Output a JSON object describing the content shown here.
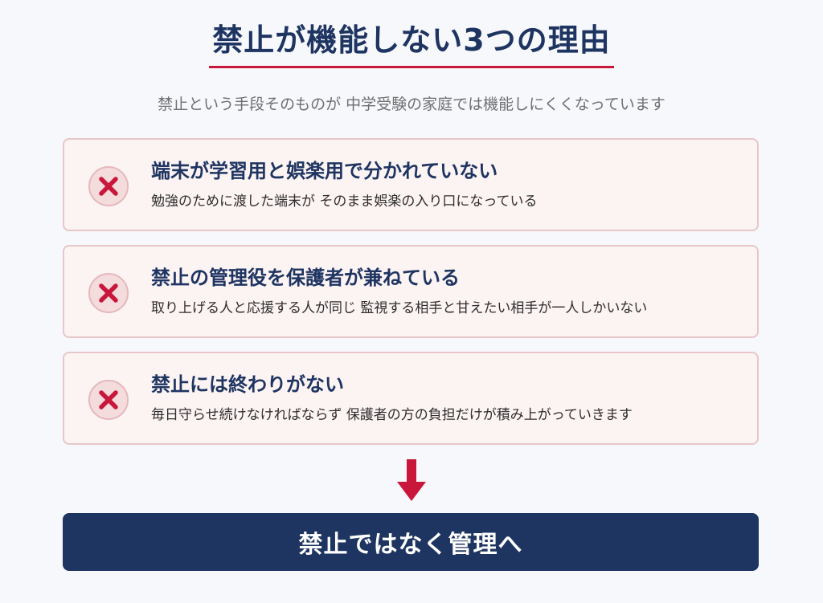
{
  "title": "禁止が機能しない3つの理由",
  "subtitle": "禁止という手段そのものが 中学受験の家庭では機能しにくくなっています",
  "reasons": [
    {
      "icon": "x-mark-icon",
      "heading": "端末が学習用と娯楽用で分かれていない",
      "description": "勉強のために渡した端末が そのまま娯楽の入り口になっている"
    },
    {
      "icon": "x-mark-icon",
      "heading": "禁止の管理役を保護者が兼ねている",
      "description": "取り上げる人と応援する人が同じ 監視する相手と甘えたい相手が一人しかいない"
    },
    {
      "icon": "x-mark-icon",
      "heading": "禁止には終わりがない",
      "description": "毎日守らせ続けなければならず 保護者の方の負担だけが積み上がっていきます"
    }
  ],
  "arrow_icon": "arrow-down-icon",
  "conclusion": "禁止ではなく管理へ",
  "colors": {
    "navy": "#1e3461",
    "accent_red": "#c8173a",
    "card_bg": "#fcf3f3",
    "card_border": "#e7c7c9",
    "page_bg": "#f7f8fc"
  }
}
